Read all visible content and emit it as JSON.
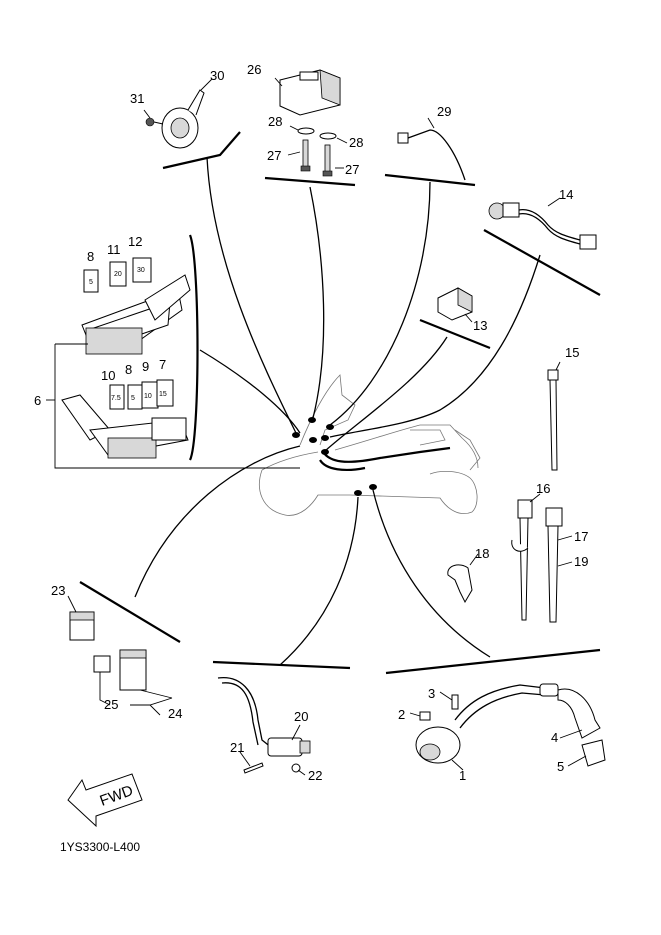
{
  "diagram": {
    "code": "1YS3300-L400",
    "fwd_label": "FWD",
    "callouts": {
      "c1": "1",
      "c2": "2",
      "c3": "3",
      "c4": "4",
      "c5": "5",
      "c6": "6",
      "c7": "7",
      "c8a": "8",
      "c8b": "8",
      "c9": "9",
      "c10": "10",
      "c11": "11",
      "c12": "12",
      "c13": "13",
      "c14": "14",
      "c15": "15",
      "c16": "16",
      "c17": "17",
      "c18": "18",
      "c19": "19",
      "c20": "20",
      "c21": "21",
      "c22": "22",
      "c23": "23",
      "c24": "24",
      "c25": "25",
      "c26": "26",
      "c27a": "27",
      "c27b": "27",
      "c28a": "28",
      "c28b": "28",
      "c29": "29",
      "c30": "30",
      "c31": "31"
    },
    "fuse_ratings": {
      "f5": "5",
      "f20": "20",
      "f30": "30",
      "f75": "7.5",
      "f5b": "5",
      "f10": "10",
      "f15": "15"
    }
  }
}
